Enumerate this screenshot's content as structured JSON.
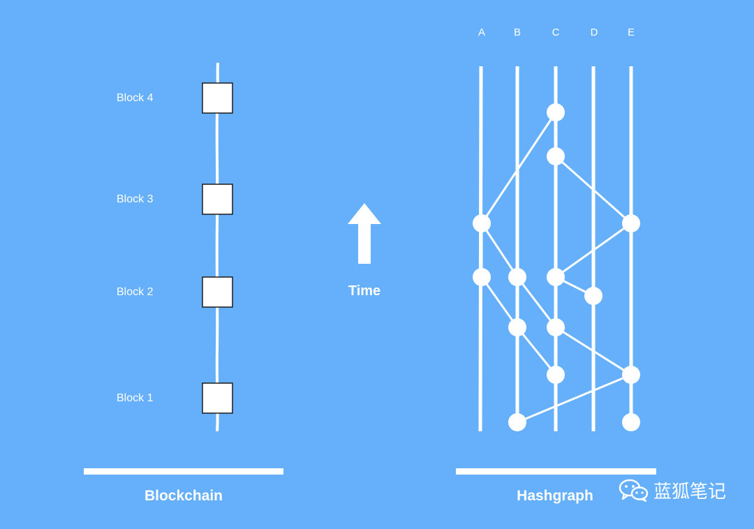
{
  "colors": {
    "background": "#66b0fb",
    "foreground": "#ffffff",
    "block_fill": "#ffffff",
    "block_stroke": "#1a1a1a"
  },
  "blockchain": {
    "caption": "Blockchain",
    "blocks": [
      {
        "label": "Block 4"
      },
      {
        "label": "Block 3"
      },
      {
        "label": "Block 2"
      },
      {
        "label": "Block 1"
      }
    ]
  },
  "time": {
    "label": "Time",
    "icon": "up-arrow-icon"
  },
  "hashgraph": {
    "caption": "Hashgraph",
    "lanes": [
      {
        "id": "a",
        "label": "A"
      },
      {
        "id": "b",
        "label": "B"
      },
      {
        "id": "c",
        "label": "C"
      },
      {
        "id": "d",
        "label": "D"
      },
      {
        "id": "e",
        "label": "E"
      }
    ],
    "events": [
      {
        "id": "b0",
        "lane": "b"
      },
      {
        "id": "e0",
        "lane": "e"
      },
      {
        "id": "c1",
        "lane": "c"
      },
      {
        "id": "e1",
        "lane": "e"
      },
      {
        "id": "b2",
        "lane": "b"
      },
      {
        "id": "c2",
        "lane": "c"
      },
      {
        "id": "d3",
        "lane": "d"
      },
      {
        "id": "a3",
        "lane": "a"
      },
      {
        "id": "b3",
        "lane": "b"
      },
      {
        "id": "c3",
        "lane": "c"
      },
      {
        "id": "a4",
        "lane": "a"
      },
      {
        "id": "e4",
        "lane": "e"
      },
      {
        "id": "c5",
        "lane": "c"
      },
      {
        "id": "c6",
        "lane": "c"
      }
    ],
    "links": [
      [
        "b0",
        "e1"
      ],
      [
        "c1",
        "b2"
      ],
      [
        "b2",
        "a3"
      ],
      [
        "e1",
        "c2"
      ],
      [
        "c2",
        "b3"
      ],
      [
        "c3",
        "d3"
      ],
      [
        "b3",
        "a4"
      ],
      [
        "c3",
        "e4"
      ],
      [
        "a3",
        "a4"
      ],
      [
        "a4",
        "c6"
      ],
      [
        "c5",
        "e4"
      ]
    ]
  },
  "watermark": {
    "text": "蓝狐笔记",
    "icon": "wechat-icon"
  }
}
